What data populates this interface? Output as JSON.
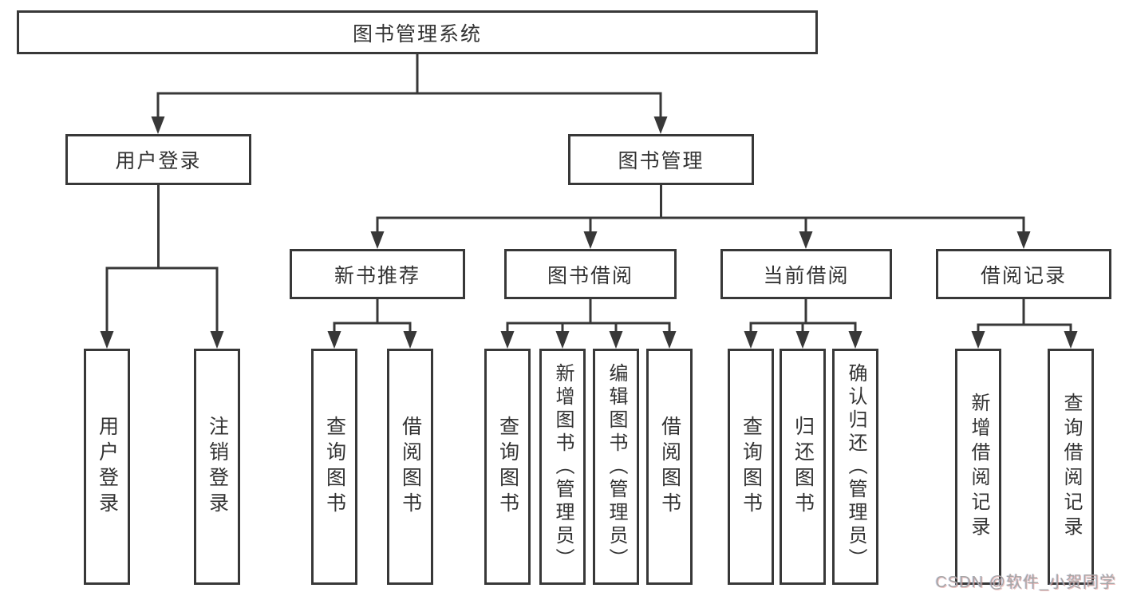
{
  "diagram": {
    "root": {
      "label": "图书管理系统"
    },
    "branches": [
      {
        "label": "用户登录",
        "children": [
          {
            "label": "用户登录"
          },
          {
            "label": "注销登录"
          }
        ]
      },
      {
        "label": "图书管理",
        "children": [
          {
            "label": "新书推荐",
            "children": [
              {
                "label": "查询图书"
              },
              {
                "label": "借阅图书"
              }
            ]
          },
          {
            "label": "图书借阅",
            "children": [
              {
                "label": "查询图书"
              },
              {
                "label": "新增图书（管理员）"
              },
              {
                "label": "编辑图书（管理员）"
              },
              {
                "label": "借阅图书"
              }
            ]
          },
          {
            "label": "当前借阅",
            "children": [
              {
                "label": "查询图书"
              },
              {
                "label": "归还图书"
              },
              {
                "label": "确认归还（管理员）"
              }
            ]
          },
          {
            "label": "借阅记录",
            "children": [
              {
                "label": "新增借阅记录"
              },
              {
                "label": "查询借阅记录"
              }
            ]
          }
        ]
      }
    ]
  },
  "watermark": {
    "text": "CSDN @软件_小贺同学"
  },
  "colors": {
    "line": "#383838",
    "text": "#333333",
    "background": "#ffffff",
    "watermark": "#a6a6a6"
  }
}
